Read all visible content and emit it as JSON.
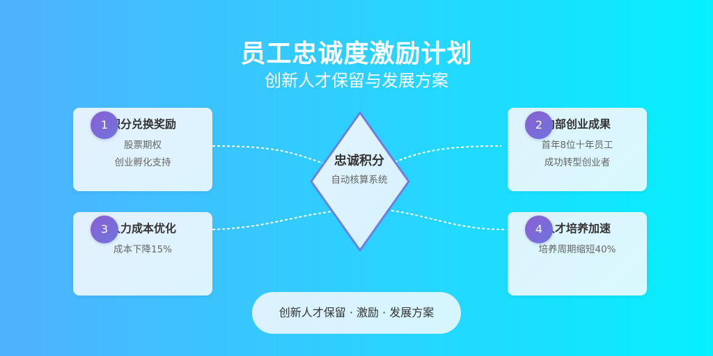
{
  "header": {
    "title": "员工忠诚度激励计划",
    "subtitle": "创新人才保留与发展方案"
  },
  "center": {
    "title": "忠诚积分",
    "subtitle": "自动核算系统"
  },
  "cards": [
    {
      "number": "1",
      "title": "积分兑换奖励",
      "lines": [
        "股票期权",
        "创业孵化支持"
      ]
    },
    {
      "number": "2",
      "title": "内部创业成果",
      "lines": [
        "首年8位十年员工",
        "成功转型创业者"
      ]
    },
    {
      "number": "3",
      "title": "人力成本优化",
      "lines": [
        "成本下降15%"
      ]
    },
    {
      "number": "4",
      "title": "人才培养加速",
      "lines": [
        "培养周期缩短40%"
      ]
    }
  ],
  "footer": {
    "label": "创新人才保留 · 激励 · 发展方案"
  },
  "colors": {
    "bg_left": "#4fb1fd",
    "bg_right": "#05f0fe",
    "badge": "#7a68d8",
    "diamond_stroke": "#6c7fe0"
  }
}
